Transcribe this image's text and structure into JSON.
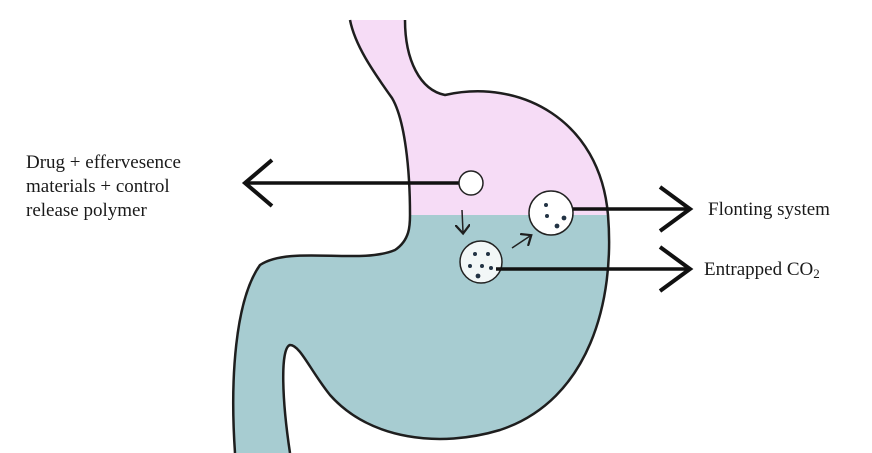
{
  "labels": {
    "drug_line1": "Drug + effervesence",
    "drug_line2": "materials + control",
    "drug_line3": "release polymer",
    "floating": "Flonting system",
    "co2_main": "Entrapped CO",
    "co2_sub": "2"
  },
  "colors": {
    "upper_fluid": "#f6dcf6",
    "gastric_fluid": "#a7ccd1",
    "outline": "#1e1e1e"
  }
}
